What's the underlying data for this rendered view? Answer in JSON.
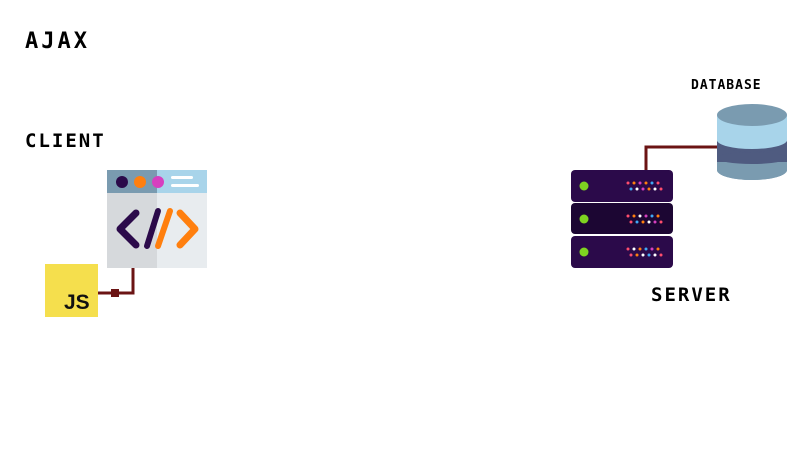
{
  "title": "AJAX",
  "client": {
    "label": "CLIENT",
    "browser_icon": "browser-code-icon",
    "js_badge": "JS"
  },
  "server": {
    "label": "SERVER",
    "icon": "server-rack-icon"
  },
  "database": {
    "label": "DATABASE",
    "icon": "database-icon"
  },
  "colors": {
    "connector": "#6b1414",
    "js_yellow": "#f5df4d",
    "server_body": "#2b0a4a",
    "browser_frame": "#7a9bb0",
    "browser_header_light": "#a8d4ea",
    "code_dark": "#2b0a4a",
    "code_orange": "#ff7f0e",
    "db_light": "#a8d4ea",
    "db_mid": "#7a9bb0",
    "db_dark": "#4f5b80",
    "led_green": "#7ed321"
  }
}
